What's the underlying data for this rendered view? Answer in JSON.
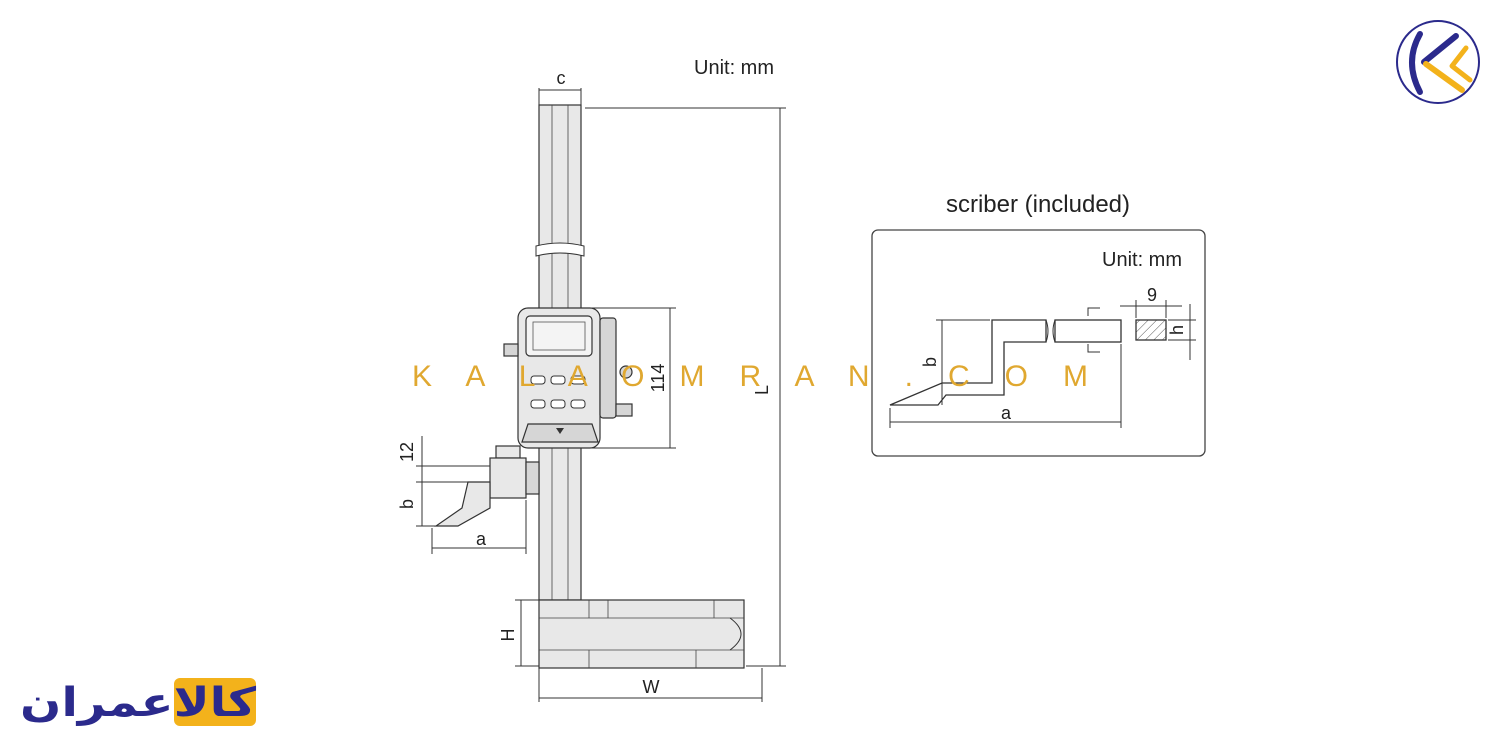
{
  "main": {
    "unit_label": "Unit: mm",
    "dims": {
      "c": "c",
      "L": "L",
      "d114": "114",
      "d12": "12",
      "b": "b",
      "a": "a",
      "H": "H",
      "W": "W"
    }
  },
  "scriber": {
    "title": "scriber (included)",
    "unit_label": "Unit: mm",
    "dims": {
      "nine": "9",
      "h": "h",
      "b": "b",
      "a": "a"
    }
  },
  "watermark": {
    "text": "K A L A O M R A N . C O M"
  },
  "logo": {
    "brand_text": "کالاعمران",
    "brand_color": "#2b2a8c",
    "accent_color": "#f3b21b"
  },
  "colors": {
    "line": "#333333",
    "part_fill": "#e8e8e8",
    "watermark": "#e0a830"
  }
}
